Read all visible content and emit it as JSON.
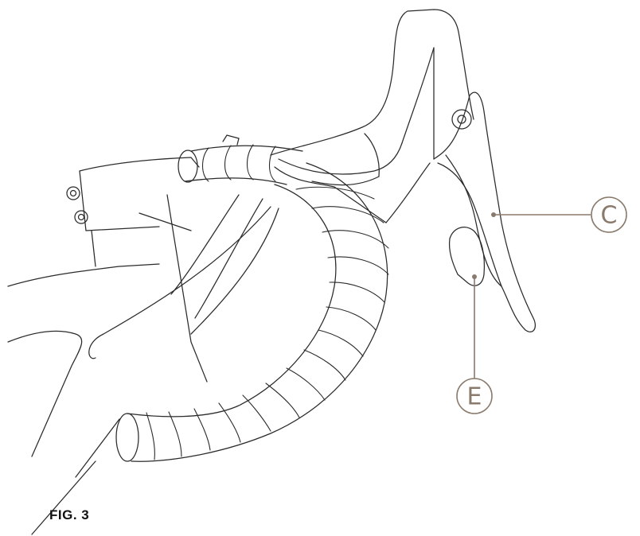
{
  "figure": {
    "caption": "FIG. 3",
    "callouts": {
      "lever": {
        "label": "C"
      },
      "shift_paddle": {
        "label": "E"
      }
    }
  },
  "colors": {
    "line_art": "#2b2b2b",
    "callout": "#8a7a6c",
    "caption": "#111111",
    "background": "#ffffff"
  }
}
